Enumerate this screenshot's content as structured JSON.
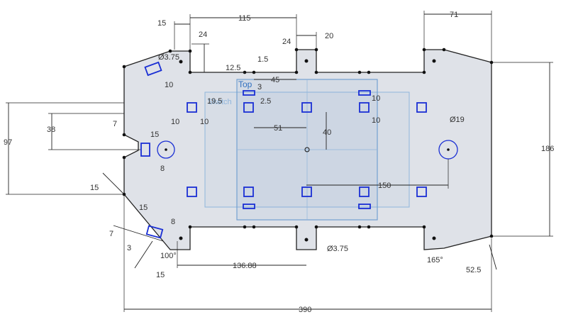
{
  "view": {
    "plane_label": "Top",
    "sketch_label": "Sketch"
  },
  "dimensions": {
    "d_115": "115",
    "d_15_top": "15",
    "d_24_left": "24",
    "d_24_mid": "24",
    "d_20": "20",
    "d_71": "71",
    "d_3_75_top": "Ø3.75",
    "d_10_left": "10",
    "d_12_5": "12.5",
    "d_1_5": "1.5",
    "d_3": "3",
    "d_45": "45",
    "d_19_5": "19.5",
    "d_2_5": "2.5",
    "d_10_a": "10",
    "d_10_b": "10",
    "d_10_r1": "10",
    "d_10_r2": "10",
    "d_7_left": "7",
    "d_15_mid": "15",
    "d_38": "38",
    "d_97": "97",
    "d_51": "51",
    "d_40": "40",
    "d_19": "Ø19",
    "d_186": "186",
    "d_8_mid": "8",
    "d_15_chamfer": "15",
    "d_150": "150",
    "d_15_bl": "15",
    "d_8_bl": "8",
    "d_7_bl": "7",
    "d_3_bl": "3",
    "d_100": "100°",
    "d_15_bottom": "15",
    "d_136_88": "136.88",
    "d_3_75_bottom": "Ø3.75",
    "d_165": "165°",
    "d_52_5": "52.5",
    "d_390": "390"
  },
  "colors": {
    "profile_fill": "#dfe2e8",
    "constraint_blue": "#1a2fd4",
    "plane_blue": "#8fb5dc"
  }
}
